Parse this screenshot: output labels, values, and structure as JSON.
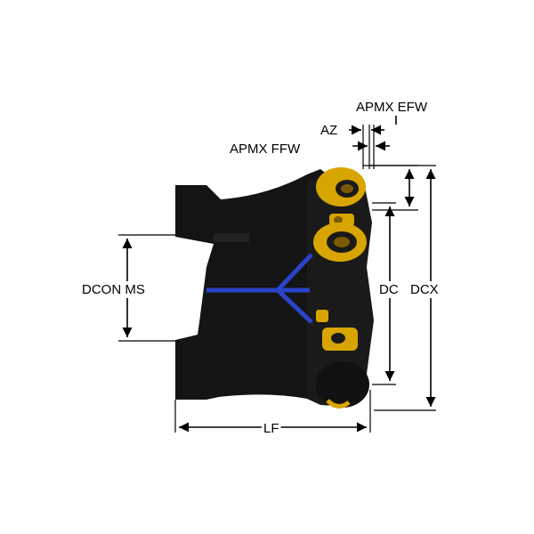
{
  "labels": {
    "apmx_efw": "APMX EFW",
    "az": "AZ",
    "apmx_ffw": "APMX FFW",
    "dcon_ms": "DCON MS",
    "dc": "DC",
    "dcx": "DCX",
    "lf": "LF"
  },
  "colors": {
    "body": "#141414",
    "coolant": "#2a43c9",
    "insert": "#d8a400",
    "insert_dark": "#7a5a00",
    "line": "#000000"
  }
}
